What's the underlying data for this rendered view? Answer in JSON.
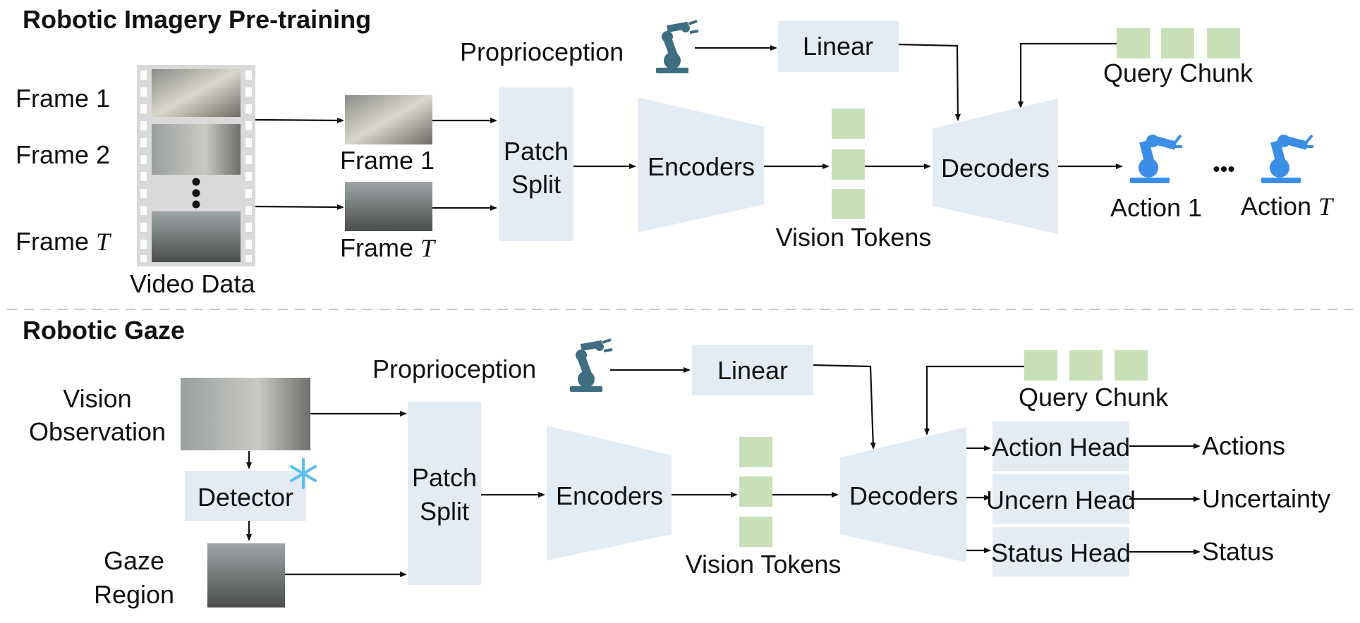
{
  "colors": {
    "box": "#e3ebf5",
    "token": "#c9e0b7",
    "arrow": "#111111",
    "separator": "#c8c8c8",
    "snowflake": "#5bbef0",
    "robot_arm_dark": "#3f6e82",
    "robot_arm_blue": "#3a8ee6"
  },
  "top": {
    "title": "Robotic Imagery Pre-training",
    "frame1_label": "Frame 1",
    "frame2_label": "Frame 2",
    "frameT_label": "Frame",
    "frameT_var": "T",
    "video_label": "Video Data",
    "sel_frame1_label": "Frame 1",
    "sel_frameT_label": "Frame",
    "sel_frameT_var": "T",
    "proprio_label": "Proprioception",
    "linear_label": "Linear",
    "patch_line1": "Patch",
    "patch_line2": "Split",
    "encoders_label": "Encoders",
    "vision_tokens_label": "Vision Tokens",
    "decoders_label": "Decoders",
    "query_chunk_label": "Query Chunk",
    "action1_label": "Action 1",
    "actionT_label": "Action",
    "actionT_var": "T",
    "ellipsis": "•••"
  },
  "bottom": {
    "title": "Robotic Gaze",
    "vision_obs_line1": "Vision",
    "vision_obs_line2": "Observation",
    "detector_label": "Detector",
    "gaze_line1": "Gaze",
    "gaze_line2": "Region",
    "proprio_label": "Proprioception",
    "linear_label": "Linear",
    "patch_line1": "Patch",
    "patch_line2": "Split",
    "encoders_label": "Encoders",
    "vision_tokens_label": "Vision Tokens",
    "decoders_label": "Decoders",
    "query_chunk_label": "Query Chunk",
    "heads": [
      {
        "label": "Action Head",
        "output": "Actions"
      },
      {
        "label": "Uncern Head",
        "output": "Uncertainty"
      },
      {
        "label": "Status Head",
        "output": "Status"
      }
    ]
  }
}
